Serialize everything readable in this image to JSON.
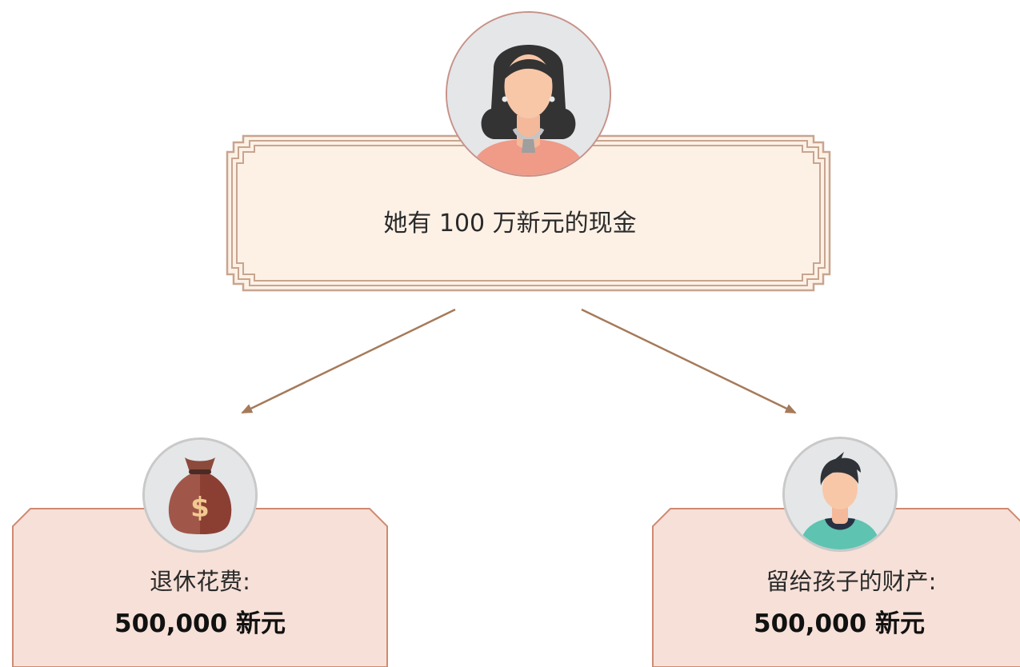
{
  "top": {
    "text": "她有 100 万新元的现金"
  },
  "left_branch": {
    "label": "退休花费:",
    "value": "500,000 新元"
  },
  "right_branch": {
    "label": "留给孩子的财产:",
    "value": "500,000 新元"
  },
  "icons": {
    "main": "woman-avatar-icon",
    "left": "money-bag-icon",
    "right": "boy-avatar-icon"
  },
  "colors": {
    "frame": "#c8a58f",
    "top_fill": "#fdf1e6",
    "bottom_fill": "#f6e0d8",
    "bottom_border": "#d08a72",
    "arrow": "#a57a5a"
  }
}
